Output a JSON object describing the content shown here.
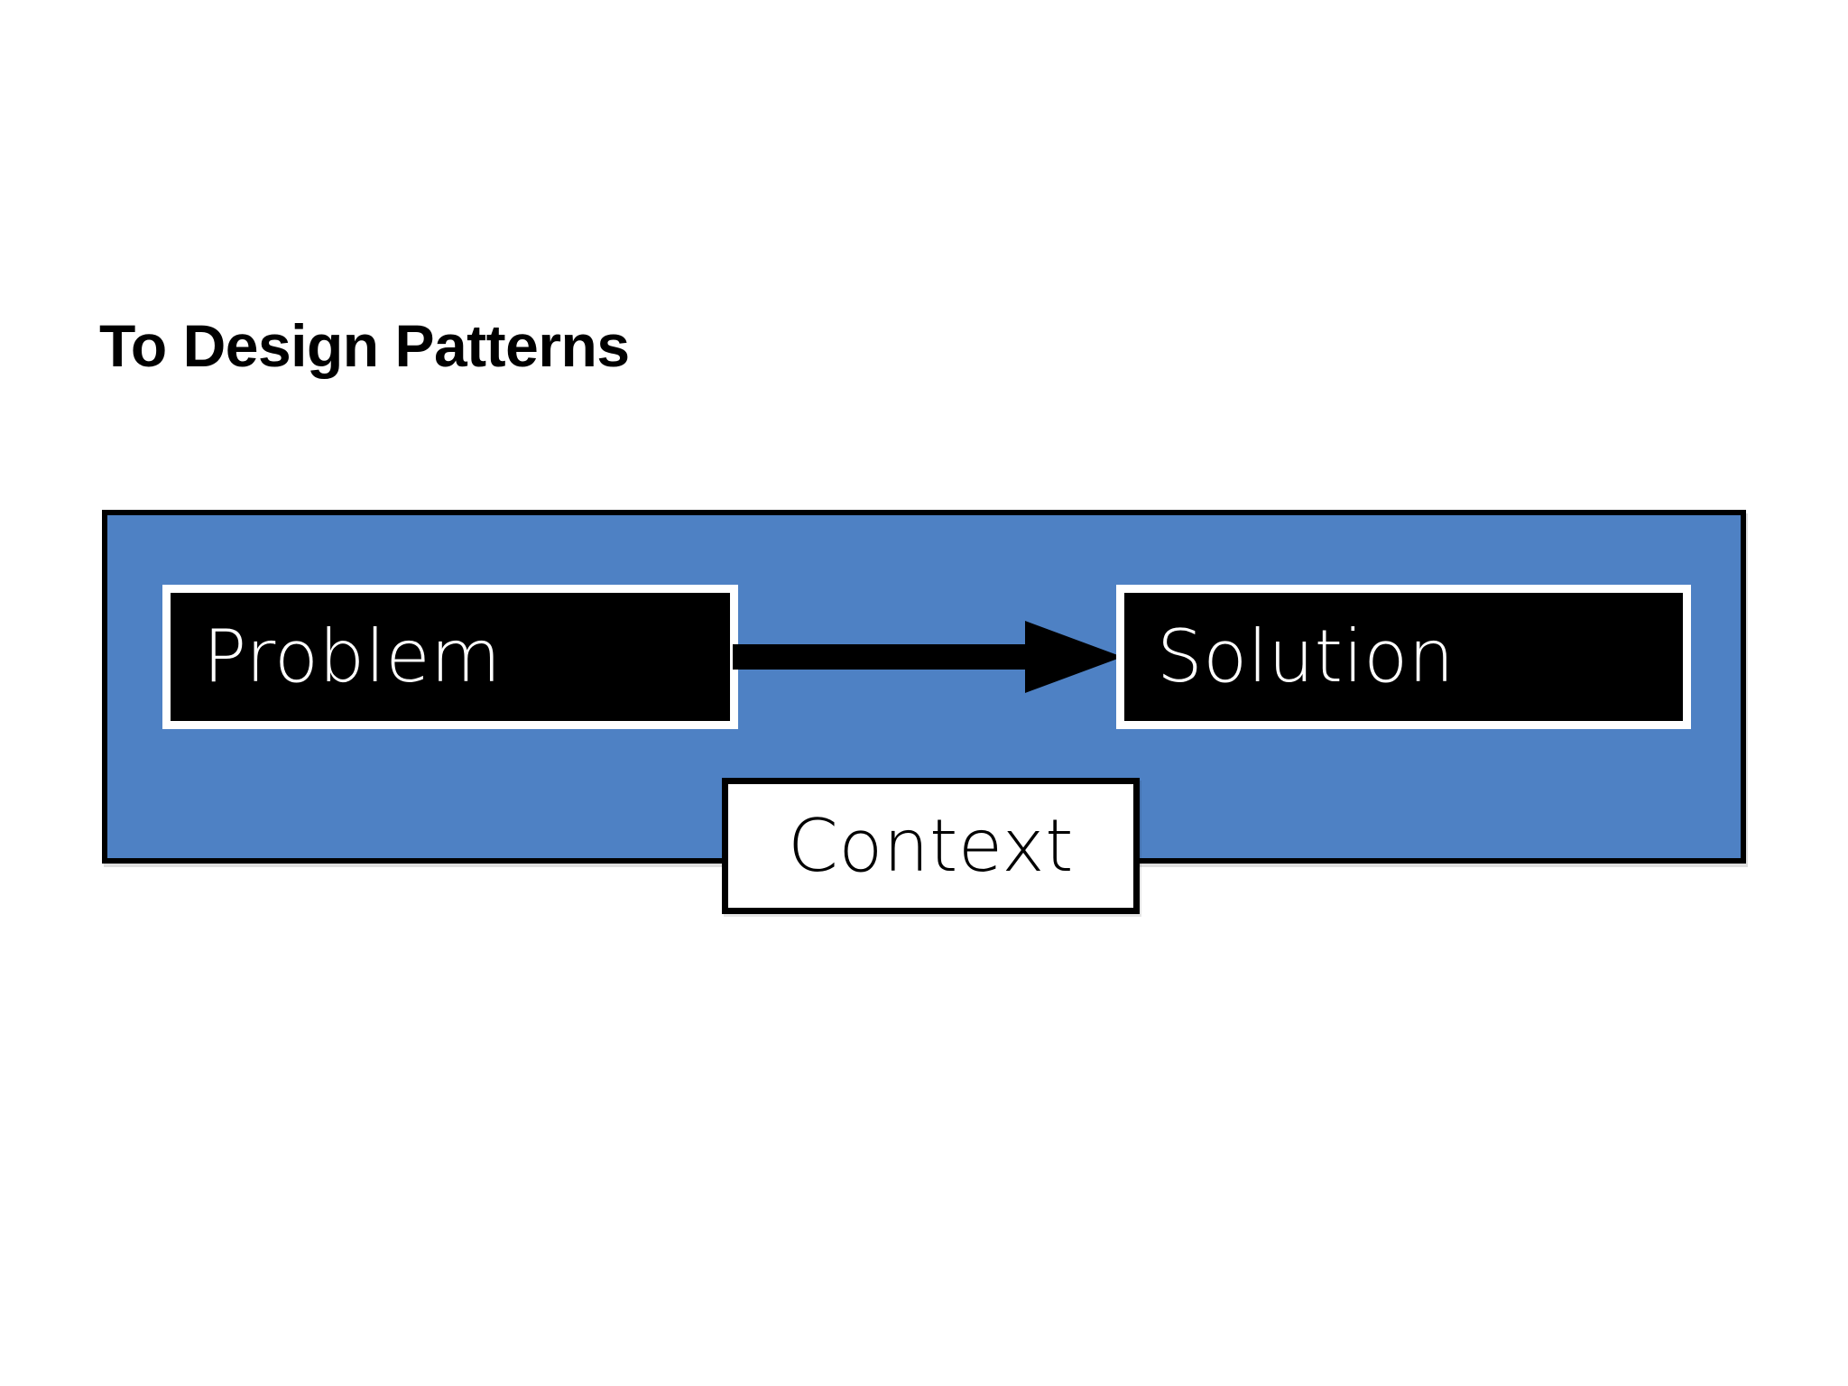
{
  "slide": {
    "title": "To Design Patterns",
    "background_color": "#ffffff"
  },
  "diagram": {
    "container": {
      "name": "pattern-container",
      "fill_color": "#4E81C4",
      "border_color": "#000000"
    },
    "nodes": [
      {
        "id": "problem",
        "label": "Problem",
        "fill_color": "#000000",
        "text_color": "#ffffff",
        "border_color": "#ffffff"
      },
      {
        "id": "solution",
        "label": "Solution",
        "fill_color": "#000000",
        "text_color": "#ffffff",
        "border_color": "#ffffff"
      },
      {
        "id": "context",
        "label": "Context",
        "fill_color": "#ffffff",
        "text_color": "#000000",
        "border_color": "#000000"
      }
    ],
    "connector": {
      "id": "problem-to-solution",
      "from": "problem",
      "to": "solution",
      "style": "solid-block-arrow",
      "color": "#000000",
      "label": ""
    }
  }
}
